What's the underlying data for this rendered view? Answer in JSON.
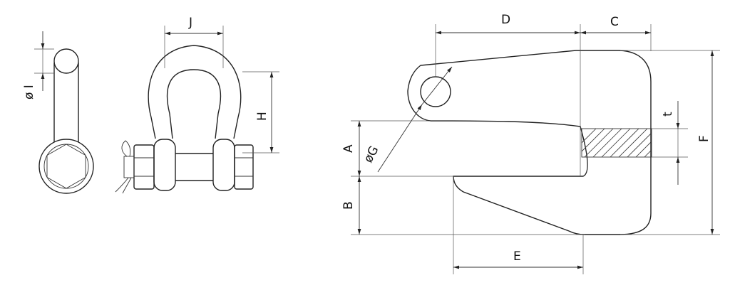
{
  "labels": {
    "J": "J",
    "H": "H",
    "diam_I": "ø I",
    "D": "D",
    "C": "C",
    "A": "A",
    "B": "B",
    "diam_G": "øG",
    "E": "E",
    "t": "t",
    "F": "F"
  }
}
